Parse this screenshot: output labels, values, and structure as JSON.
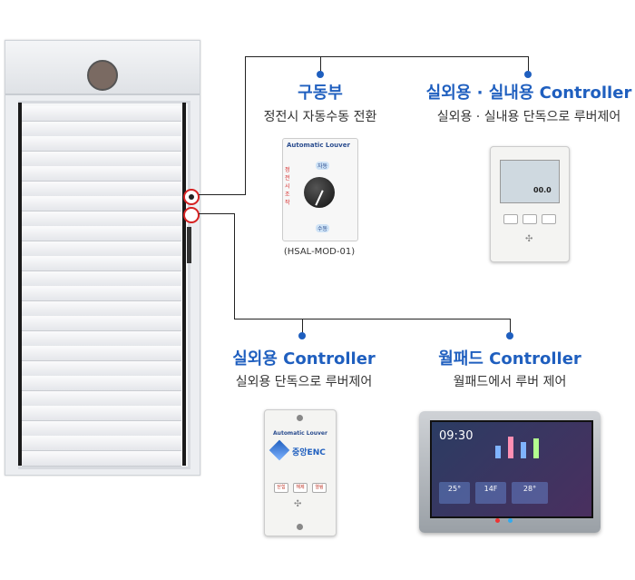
{
  "drive": {
    "title": "구동부",
    "subtitle": "정전시 자동수동 전환",
    "knob_brand": "Automatic Louver",
    "knob_auto": "자동",
    "knob_manual": "수동",
    "knob_side": "정전시 조작",
    "model": "(HSAL-MOD-01)"
  },
  "outdoor_indoor": {
    "title": "실외용 · 실내용 Controller",
    "subtitle": "실외용 · 실내용 단독으로 루버제어"
  },
  "outdoor": {
    "title": "실외용 Controller",
    "subtitle": "실외용 단독으로 루버제어",
    "panel_brand": "Automatic Louver",
    "panel_logo": "중앙ENC",
    "buttons": [
      "닫힘",
      "해제",
      "열림"
    ]
  },
  "wallpad": {
    "title": "월패드 Controller",
    "subtitle": "월패드에서 루버 제어",
    "clock": "09:30",
    "temp1": "25°",
    "temp2": "14F",
    "temp3": "28°"
  },
  "colors": {
    "accent": "#1f5fbf"
  }
}
